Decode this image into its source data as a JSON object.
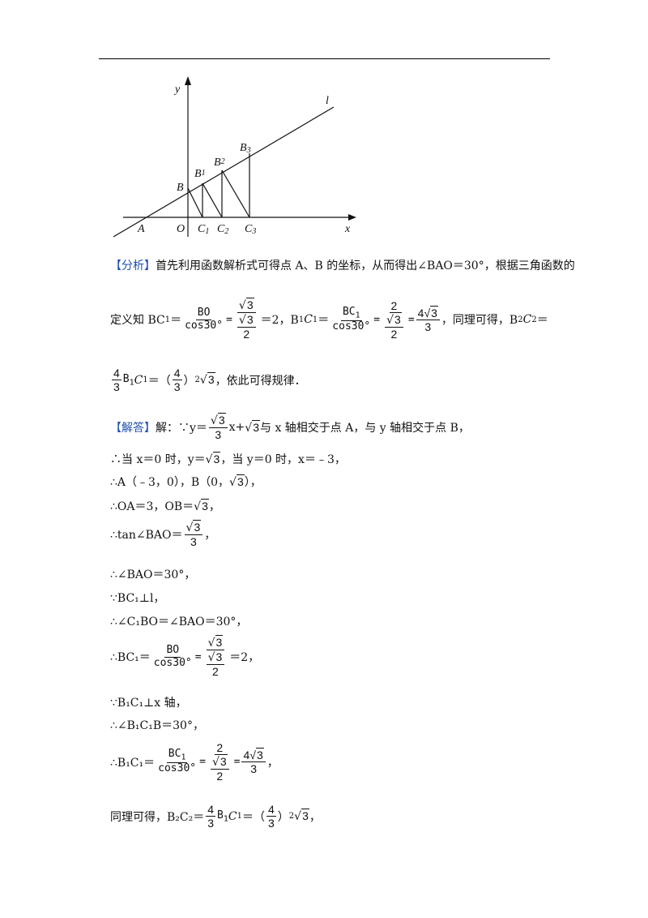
{
  "figure": {
    "labels": {
      "y": "y",
      "x": "x",
      "l": "l",
      "A": "A",
      "O": "O",
      "B": "B",
      "B1": "B",
      "B1s": "1",
      "B2": "B",
      "B2s": "2",
      "B3": "B",
      "B3s": "3",
      "C1": "C",
      "C1s": "1",
      "C2": "C",
      "C2s": "2",
      "C3": "C",
      "C3s": "3"
    }
  },
  "analysis": {
    "tag": "【分析】",
    "line1": "首先利用函数解析式可得点 A、B 的坐标，从而得出∠BAO＝30°，根据三角函数的",
    "line2_prefix": "定义知 BC",
    "line2_mid": "，B",
    "line2_suffix": "，同理可得，B",
    "line3_suffix": "，依此可得规律．"
  },
  "solution": {
    "tag": "【解答】",
    "lines": {
      "l1a": "解：∵y＝",
      "l1b": "x+",
      "l1c": "与 x 轴相交于点 A，与 y 轴相交于点 B，",
      "l2a": "∴当 x＝0 时，y＝",
      "l2b": "，当 y＝0 时，x＝﹣3，",
      "l3a": "∴A（﹣3，0），B（0，",
      "l3b": "），",
      "l4a": "∴OA＝3，OB＝",
      "l4b": "，",
      "l5a": "∴tan∠BAO＝",
      "l5b": "，",
      "l6": "∴∠BAO＝30°，",
      "l7": "∵BC₁⊥l，",
      "l8": "∴∠C₁BO＝∠BAO＝30°，",
      "l9a": "∴BC₁＝",
      "l9b": "＝2，",
      "l10": "∵B₁C₁⊥x 轴，",
      "l11": "∴∠B₁C₁B＝30°，",
      "l12a": "∴B₁C₁＝",
      "l12b": "，",
      "l13a": "同理可得，B₂C₂＝",
      "l13b": "，"
    }
  },
  "math": {
    "BO": "BO",
    "cos30": "cos30°",
    "BC1": "BC",
    "sub1": "1",
    "B1C1": "B",
    "C1": "C",
    "two": "2",
    "three": "3",
    "four_root3_num": "4",
    "root3": "3",
    "four": "4",
    "eq": "＝",
    "eq2": "＝2",
    "sup2": "2",
    "lparen": "（",
    "rparen": "）"
  }
}
